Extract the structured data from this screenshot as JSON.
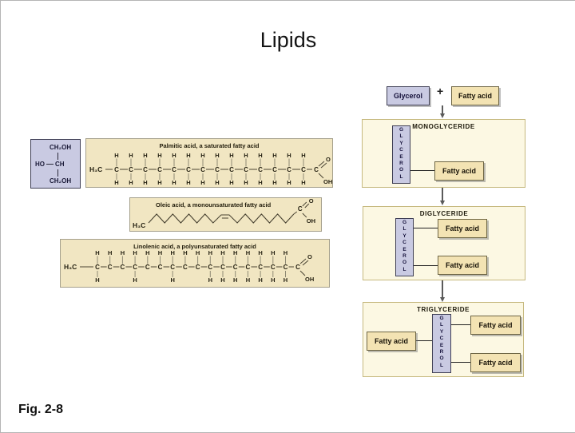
{
  "title": "Lipids",
  "fig_label": "Fig. 2-8",
  "colors": {
    "lavender": "#c9cae2",
    "lavender_border": "#3f3f55",
    "wheat": "#f1e6c2",
    "wheat_border": "#a5a08c",
    "panel": "#fcf8e3",
    "panel_border": "#c6b97f",
    "chip": "#f3e3b3",
    "chip_border": "#6e6644",
    "bond": "#4a4433",
    "bond_light": "#8f8a74"
  },
  "reaction_header": {
    "glycerol": "Glycerol",
    "plus": "+",
    "fatty_acid": "Fatty acid"
  },
  "glycerol_structure": {
    "top": "CH₂OH",
    "mid_left": "HO",
    "mid_right": "CH",
    "bottom": "CH₂OH"
  },
  "atoms": {
    "carbon": "C",
    "hydrogen": "H"
  },
  "structures": [
    {
      "id": "palmitic",
      "label": "Palmitic acid, a saturated fatty acid",
      "start": "H₃C",
      "chain_carbons": 14,
      "top_h_positions": "all",
      "bottom_h_positions": "all",
      "terminal": {
        "carbon": "C",
        "double_bond_oxygen": "O",
        "hydroxyl": "OH"
      }
    },
    {
      "id": "oleic",
      "label": "Oleic acid, a monounsaturated fatty acid",
      "start": "H₃C",
      "style": "skeletal_zigzag",
      "double_bonds": 1,
      "terminal": {
        "carbon": "C",
        "double_bond_oxygen": "O",
        "hydroxyl": "OH"
      }
    },
    {
      "id": "linolenic",
      "label": "Linolenic acid, a polyunsaturated fatty acid",
      "start": "H₃C",
      "chain_carbons": 16,
      "top_h_positions": "all",
      "bottom_h_positions": [
        1,
        4,
        7,
        10,
        11,
        12,
        13,
        14,
        15,
        16
      ],
      "terminal": {
        "carbon": "C",
        "double_bond_oxygen": "O",
        "hydroxyl": "OH"
      }
    }
  ],
  "panels": [
    {
      "title": "MONOGLYCERIDE",
      "glycerol_vertical": "GLYCEROL",
      "left_chips": [],
      "right_chips": [
        "Fatty acid"
      ]
    },
    {
      "title": "DIGLYCERIDE",
      "glycerol_vertical": "GLYCEROL",
      "left_chips": [],
      "right_chips": [
        "Fatty acid",
        "Fatty acid"
      ]
    },
    {
      "title": "TRIGLYCERIDE",
      "glycerol_vertical": "GLYCEROL",
      "left_chips": [
        "Fatty acid"
      ],
      "right_chips": [
        "Fatty acid",
        "Fatty acid"
      ]
    }
  ]
}
